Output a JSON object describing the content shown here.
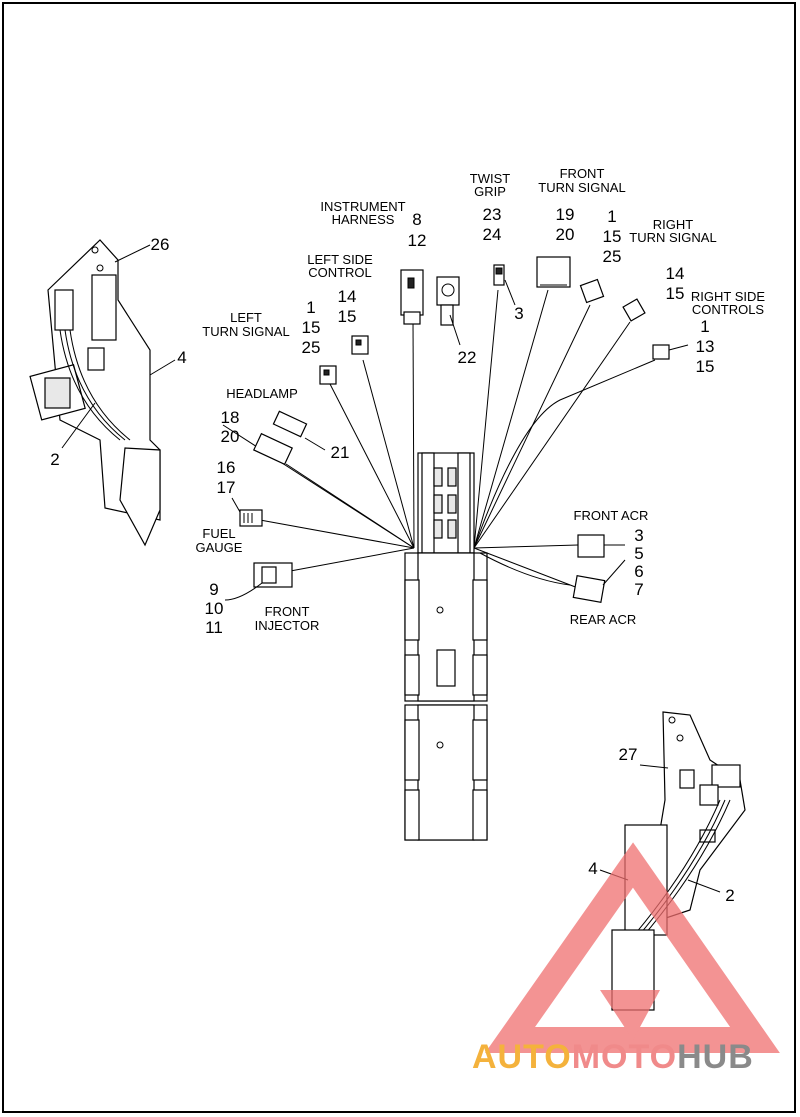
{
  "labels": {
    "instrument_harness": [
      "INSTRUMENT",
      "HARNESS"
    ],
    "instrument_harness_nums": [
      "8",
      "12"
    ],
    "twist_grip": [
      "TWIST",
      "GRIP"
    ],
    "twist_grip_nums": [
      "23",
      "24"
    ],
    "front_turn_signal": [
      "FRONT",
      "TURN SIGNAL"
    ],
    "front_turn_signal_nums": [
      "19",
      "20"
    ],
    "right_turn_signal": [
      "RIGHT",
      "TURN SIGNAL"
    ],
    "right_turn_signal_nums": [
      "1",
      "15",
      "25"
    ],
    "right_side_controls": [
      "RIGHT SIDE",
      "CONTROLS"
    ],
    "right_side_controls_nums_a": [
      "14",
      "15"
    ],
    "right_side_controls_nums_b": [
      "1",
      "13",
      "15"
    ],
    "left_side_control": [
      "LEFT SIDE",
      "CONTROL"
    ],
    "left_side_control_nums": [
      "14",
      "15"
    ],
    "left_turn_signal": [
      "LEFT",
      "TURN SIGNAL"
    ],
    "left_turn_signal_nums": [
      "1",
      "15",
      "25"
    ],
    "headlamp": "HEADLAMP",
    "headlamp_nums": [
      "18",
      "20"
    ],
    "fuel_gauge": [
      "FUEL",
      "GAUGE"
    ],
    "fuel_gauge_nums": [
      "16",
      "17"
    ],
    "front_injector": [
      "FRONT",
      "INJECTOR"
    ],
    "front_injector_nums": [
      "9",
      "10",
      "11"
    ],
    "front_acr": "FRONT ACR",
    "acr_nums": [
      "3",
      "5",
      "6",
      "7"
    ],
    "rear_acr": "REAR ACR",
    "callouts": {
      "c26": "26",
      "c4_left": "4",
      "c2_left": "2",
      "c3": "3",
      "c22": "22",
      "c21": "21",
      "c27": "27",
      "c4_right": "4",
      "c2_right": "2"
    }
  },
  "watermark": {
    "part1": "AUTO",
    "part2": "MOTO",
    "part3": "HUB"
  },
  "colors": {
    "watermark_orange": "#f4b23c",
    "watermark_red": "#f08a8a",
    "watermark_grey": "#8a8a8a"
  }
}
